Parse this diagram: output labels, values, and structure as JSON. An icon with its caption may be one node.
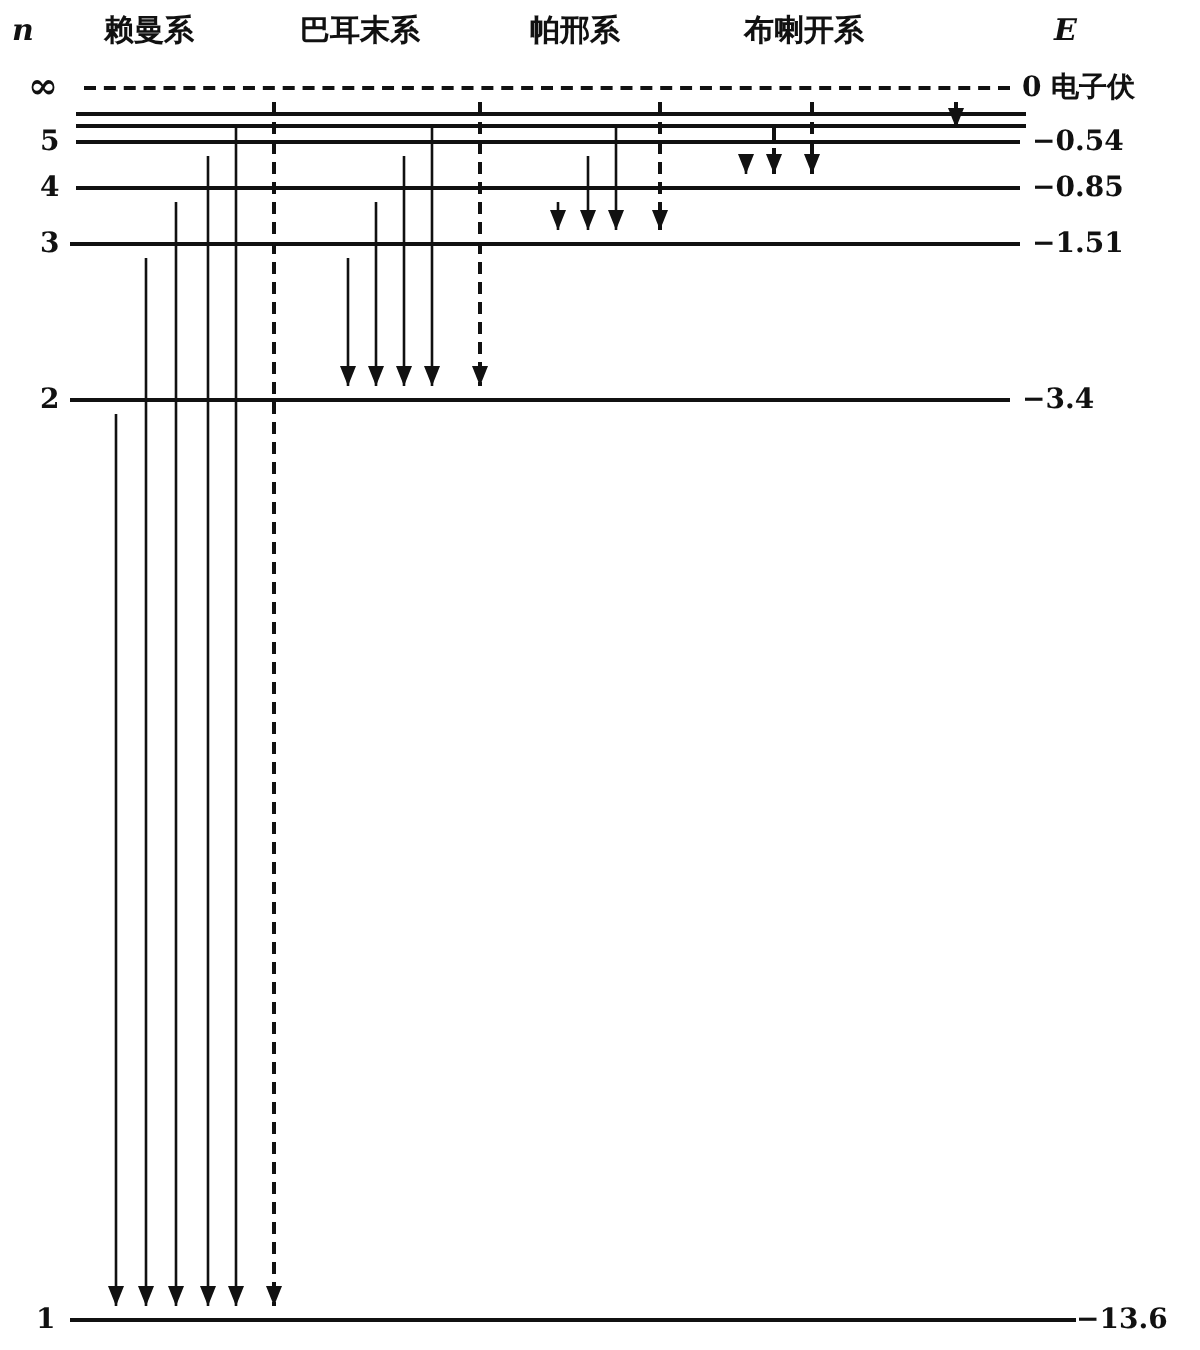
{
  "diagram": {
    "nodes": [
      {
        "text": [
          "∞",
          "0 电子伏"
        ]
      },
      {
        "text": [],
        "shape": "bar"
      },
      {
        "text": [],
        "shape": "bar"
      },
      {
        "text": [
          "5",
          "−0.54"
        ]
      },
      {
        "text": [
          "4",
          "−0.85"
        ]
      },
      {
        "text": [
          "3",
          "−1.51"
        ]
      },
      {
        "text": [
          "2",
          "−3.4"
        ]
      },
      {
        "text": [
          "1",
          "−13.6"
        ]
      }
    ],
    "edges": [
      {
        "from": 6,
        "to": 7,
        "arrow": "to"
      },
      {
        "from": 5,
        "to": 7,
        "arrow": "to"
      },
      {
        "from": 4,
        "to": 7,
        "arrow": "to"
      },
      {
        "from": 3,
        "to": 7,
        "arrow": "to"
      },
      {
        "from": 2,
        "to": 7,
        "arrow": "to"
      },
      {
        "from": 0,
        "to": 7,
        "arrow": "to",
        "style": "dashed"
      },
      {
        "from": 5,
        "to": 6,
        "arrow": "to"
      },
      {
        "from": 4,
        "to": 6,
        "arrow": "to"
      },
      {
        "from": 3,
        "to": 6,
        "arrow": "to"
      },
      {
        "from": 2,
        "to": 6,
        "arrow": "to"
      },
      {
        "from": 0,
        "to": 6,
        "arrow": "to",
        "style": "dashed"
      },
      {
        "from": 4,
        "to": 5,
        "arrow": "to"
      },
      {
        "from": 3,
        "to": 5,
        "arrow": "to"
      },
      {
        "from": 2,
        "to": 5,
        "arrow": "to"
      },
      {
        "from": 0,
        "to": 5,
        "arrow": "to",
        "style": "dashed"
      },
      {
        "from": 3,
        "to": 4,
        "arrow": "to"
      },
      {
        "from": 2,
        "to": 4,
        "arrow": "to",
        "style": "dashed"
      },
      {
        "from": 0,
        "to": 4,
        "arrow": "to",
        "style": "dashed"
      },
      {
        "from": 0,
        "to": 3,
        "arrow": "to",
        "style": "dashed"
      }
    ],
    "labels": [
      "n",
      "赖曼系",
      "巴耳末系",
      "帕邢系",
      "布喇开系",
      "E"
    ]
  }
}
